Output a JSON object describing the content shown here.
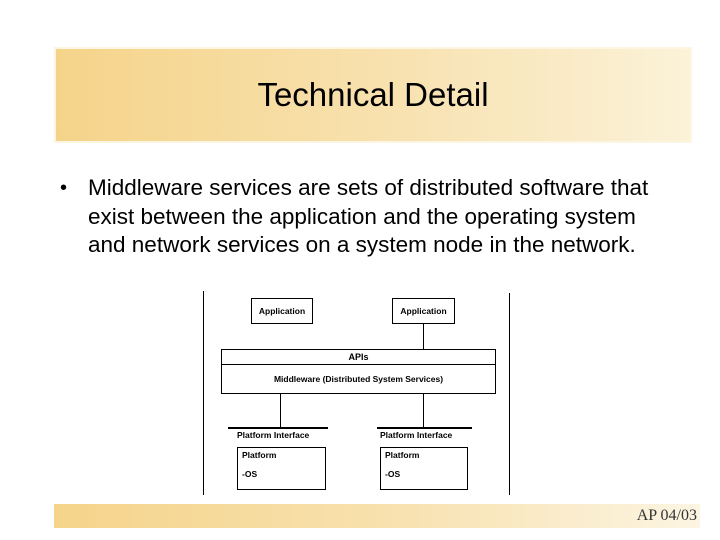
{
  "slide": {
    "title": "Technical Detail",
    "bullet": {
      "marker": "•",
      "text": "Middleware services are sets of distributed software that exist between the application and the operating system and network services on a system node in the network."
    },
    "diagram": {
      "application_left": "Application",
      "application_right": "Application",
      "apis": "APIs",
      "middleware": "Middleware (Distributed System Services)",
      "platform_interface_left": "Platform Interface",
      "platform_interface_right": "Platform Interface",
      "platform_left": {
        "title": "Platform",
        "os": "-OS"
      },
      "platform_right": {
        "title": "Platform",
        "os": "-OS"
      }
    },
    "footer": {
      "text": "AP 04/03"
    },
    "colors": {
      "banner_gradient_start": "#f5d48a",
      "banner_gradient_end": "#fbf2d8",
      "body_text": "#000000",
      "footer_text": "#333333",
      "diagram_line": "#000000",
      "background": "#ffffff"
    }
  }
}
